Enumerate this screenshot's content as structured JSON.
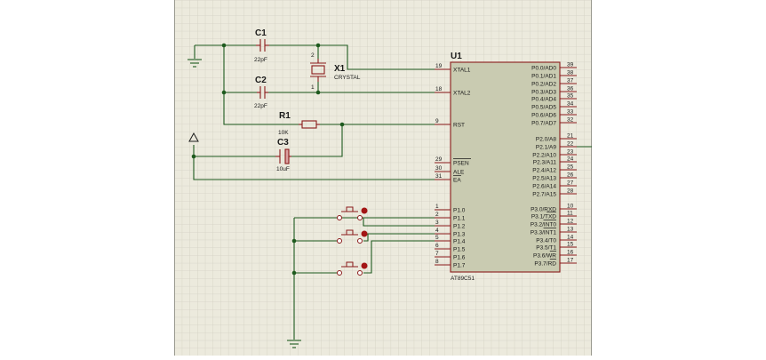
{
  "colors": {
    "grid_bg": "#eceadd",
    "grid_line": "#d3d1c3",
    "wire": "#1e5a1e",
    "part": "#8a1a1a",
    "chip_fill": "#c9cbb1"
  },
  "components": {
    "c1": {
      "ref": "C1",
      "value": "22pF"
    },
    "c2": {
      "ref": "C2",
      "value": "22pF"
    },
    "x1": {
      "ref": "X1",
      "value": "CRYSTAL",
      "pin1": "1",
      "pin2": "2"
    },
    "r1": {
      "ref": "R1",
      "value": "10K"
    },
    "c3": {
      "ref": "C3",
      "value": "10uF"
    },
    "u1": {
      "ref": "U1",
      "part": "AT89C51"
    }
  },
  "u1_left_pins": [
    {
      "num": "19",
      "name": "XTAL1"
    },
    {
      "num": "18",
      "name": "XTAL2"
    },
    {
      "num": "9",
      "name": "RST"
    },
    {
      "num": "29",
      "name": "PSEN"
    },
    {
      "num": "30",
      "name": "ALE"
    },
    {
      "num": "31",
      "name": "EA"
    },
    {
      "num": "1",
      "name": "P1.0"
    },
    {
      "num": "2",
      "name": "P1.1"
    },
    {
      "num": "3",
      "name": "P1.2"
    },
    {
      "num": "4",
      "name": "P1.3"
    },
    {
      "num": "5",
      "name": "P1.4"
    },
    {
      "num": "6",
      "name": "P1.5"
    },
    {
      "num": "7",
      "name": "P1.6"
    },
    {
      "num": "8",
      "name": "P1.7"
    }
  ],
  "u1_right_pins": [
    {
      "num": "39",
      "name": "P0.0/AD0"
    },
    {
      "num": "38",
      "name": "P0.1/AD1"
    },
    {
      "num": "37",
      "name": "P0.2/AD2"
    },
    {
      "num": "36",
      "name": "P0.3/AD3"
    },
    {
      "num": "35",
      "name": "P0.4/AD4"
    },
    {
      "num": "34",
      "name": "P0.5/AD5"
    },
    {
      "num": "33",
      "name": "P0.6/AD6"
    },
    {
      "num": "32",
      "name": "P0.7/AD7"
    },
    {
      "num": "21",
      "name": "P2.0/A8"
    },
    {
      "num": "22",
      "name": "P2.1/A9"
    },
    {
      "num": "23",
      "name": "P2.2/A10"
    },
    {
      "num": "24",
      "name": "P2.3/A11"
    },
    {
      "num": "25",
      "name": "P2.4/A12"
    },
    {
      "num": "26",
      "name": "P2.5/A13"
    },
    {
      "num": "27",
      "name": "P2.6/A14"
    },
    {
      "num": "28",
      "name": "P2.7/A15"
    },
    {
      "num": "10",
      "name": "P3.0/RXD"
    },
    {
      "num": "11",
      "name": "P3.1/TXD"
    },
    {
      "num": "12",
      "name": "P3.2/INT0"
    },
    {
      "num": "13",
      "name": "P3.3/INT1"
    },
    {
      "num": "14",
      "name": "P3.4/T0"
    },
    {
      "num": "15",
      "name": "P3.5/T1"
    },
    {
      "num": "16",
      "name": "P3.6/WR"
    },
    {
      "num": "17",
      "name": "P3.7/RD"
    }
  ]
}
